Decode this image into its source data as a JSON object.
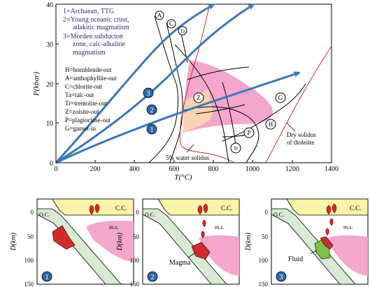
{
  "main_plot": {
    "x_axis_label": "T(°C)",
    "y_axis_label": "P(kbar)",
    "x_ticks": [
      "0",
      "200",
      "400",
      "600",
      "800",
      "1000",
      "1200",
      "1400"
    ],
    "y_ticks": [
      "0",
      "10",
      "20",
      "30",
      "40"
    ],
    "legend_paths": [
      "1=Archaean, TTG",
      "2=Young oceanic crust,",
      "adakitic magmatism",
      "3=Morden subducton",
      "zone, calc-alkaline",
      "magmatism"
    ],
    "legend_curves": [
      "H=hornblende-out",
      "A=anthophyllite-out",
      "C=chlorite-out",
      "Ta=talc-out",
      "Tr=tremolite-out",
      "Z=zoisite-out",
      "P=plagioclase-out",
      "G=garnet-in"
    ],
    "curve_letters": {
      "A": "A",
      "C": "C",
      "Ta": "Ta",
      "Z": "Z",
      "G": "G",
      "H": "H",
      "P": "P",
      "Tr": "Tr"
    },
    "path_numbers": [
      "1",
      "2",
      "3"
    ],
    "annotations": {
      "water_solidus": "5% water solidus",
      "dry_solidus_1": "Dry solidus",
      "dry_solidus_2": "of tholeiite"
    },
    "colors": {
      "pink_field": "#f4a6cc",
      "peach_field": "#fbd3b3",
      "arrows": "#3b78b7",
      "red_lines": "#d42a2a"
    }
  },
  "panels": [
    {
      "number": "1",
      "cc": "C.C.",
      "oc": "O.C.",
      "ms": "m.s.",
      "label": ""
    },
    {
      "number": "2",
      "cc": "C.C.",
      "oc": "O.C.",
      "ms": "m.s.",
      "label": "Magma"
    },
    {
      "number": "3",
      "cc": "C.C.",
      "oc": "O.C.",
      "ms": "m.s.",
      "label": "Fluid"
    }
  ],
  "panel_axis": {
    "y_label": "D(km)",
    "y_ticks": [
      "0",
      "50",
      "100",
      "150"
    ]
  }
}
